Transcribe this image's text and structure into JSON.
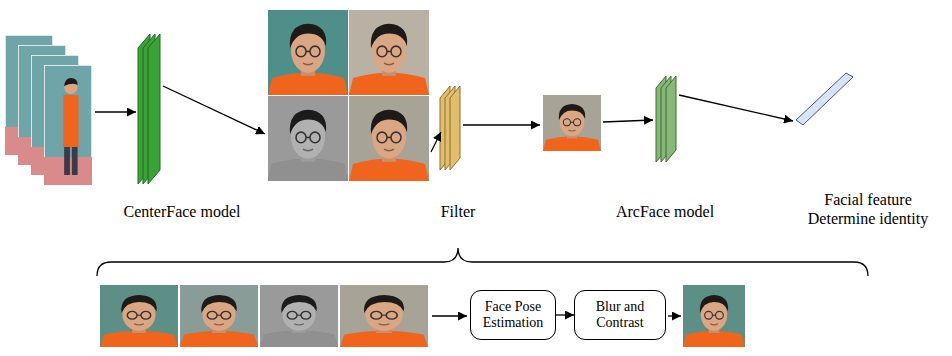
{
  "diagram": {
    "nodes": [
      {
        "text": [
          "Face Pose Estimation"
        ]
      },
      {
        "text": [
          "Blur and Contrast"
        ]
      }
    ],
    "edges": [
      {
        "from": 0,
        "to": 1,
        "arrow": "to"
      }
    ],
    "labels": [
      "CenterFace model",
      "Filter",
      "ArcFace model",
      "Facial feature Determine identity"
    ]
  }
}
